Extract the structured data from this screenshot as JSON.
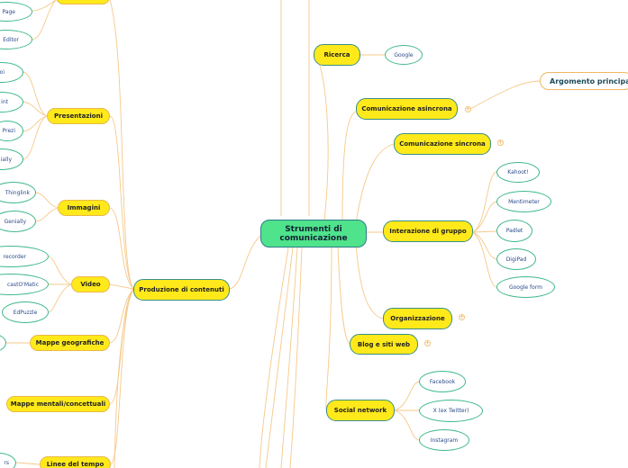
{
  "central": {
    "line1": "Strumenti di",
    "line2": "comunicazione"
  },
  "topics": {
    "argomento_principale": "Argomento principale"
  },
  "branches": {
    "ricerca": "Ricerca",
    "comunicazione_asincrona": "Comunicazione asincrona",
    "comunicazione_sincrona": "Comunicazione sincrona",
    "interazione_di_gruppo": "Interazione di gruppo",
    "organizzazione": "Organizzazione",
    "blog_e_siti_web": "Blog e siti web",
    "social_network": "Social network",
    "produzione_di_contenuti": "Produzione di contenuti"
  },
  "subbranches": {
    "presentazioni": "Presentazioni",
    "immagini": "Immagini",
    "video": "Video",
    "mappe_geografiche": "Mappe geografiche",
    "mappe_mentali": "Mappe mentali/concettuali",
    "linee_del_tempo": "Linee del tempo"
  },
  "leaves": {
    "google": "Google",
    "kahoot": "Kahoot!",
    "mentimeter": "Mentimeter",
    "padlet": "Padlet",
    "digipad": "DigiPad",
    "google_form": "Google form",
    "facebook": "Facebook",
    "x_twitter": "X (ex Twitter)",
    "instagram": "Instagram",
    "page": "Page",
    "editor": "Editor",
    "pres_1": "oi",
    "pres_2": "int",
    "prezi": "Prezi",
    "genially_pres": "ially",
    "thinglink": "Thinglink",
    "genially": "Genially",
    "recorder": "recorder",
    "castomatic": "castO'Matic",
    "edpuzzle": "EdPuzzle",
    "linee_leaf": "rs"
  },
  "expand_symbol": "+",
  "colors": {
    "central": "#4fe38c",
    "branch": "#ffe91a",
    "link": "#f5c98a",
    "leaf_border": "#3fb88a"
  }
}
